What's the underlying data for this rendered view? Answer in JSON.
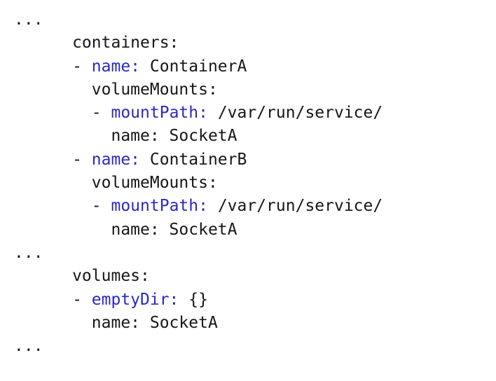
{
  "page": {
    "background": "#ffffff"
  },
  "colors": {
    "text": "#161616",
    "key": "#2828c8"
  },
  "code": {
    "language": "yaml",
    "lines": [
      {
        "tokens": [
          {
            "text": "...",
            "type": "text"
          }
        ]
      },
      {
        "tokens": [
          {
            "text": "      containers:",
            "type": "text"
          }
        ]
      },
      {
        "tokens": [
          {
            "text": "      - ",
            "type": "text"
          },
          {
            "text": "name:",
            "type": "key"
          },
          {
            "text": " ContainerA",
            "type": "text"
          }
        ]
      },
      {
        "tokens": [
          {
            "text": "        volumeMounts:",
            "type": "text"
          }
        ]
      },
      {
        "tokens": [
          {
            "text": "        - ",
            "type": "text"
          },
          {
            "text": "mountPath:",
            "type": "key"
          },
          {
            "text": " /var/run/service/",
            "type": "text"
          }
        ]
      },
      {
        "tokens": [
          {
            "text": "          name: SocketA",
            "type": "text"
          }
        ]
      },
      {
        "tokens": [
          {
            "text": "      - ",
            "type": "text"
          },
          {
            "text": "name:",
            "type": "key"
          },
          {
            "text": " ContainerB",
            "type": "text"
          }
        ]
      },
      {
        "tokens": [
          {
            "text": "        volumeMounts:",
            "type": "text"
          }
        ]
      },
      {
        "tokens": [
          {
            "text": "        - ",
            "type": "text"
          },
          {
            "text": "mountPath:",
            "type": "key"
          },
          {
            "text": " /var/run/service/",
            "type": "text"
          }
        ]
      },
      {
        "tokens": [
          {
            "text": "          name: SocketA",
            "type": "text"
          }
        ]
      },
      {
        "tokens": [
          {
            "text": "...",
            "type": "text"
          }
        ]
      },
      {
        "tokens": [
          {
            "text": "      volumes:",
            "type": "text"
          }
        ]
      },
      {
        "tokens": [
          {
            "text": "      - ",
            "type": "text"
          },
          {
            "text": "emptyDir:",
            "type": "key"
          },
          {
            "text": " {}",
            "type": "text"
          }
        ]
      },
      {
        "tokens": [
          {
            "text": "        name: SocketA",
            "type": "text"
          }
        ]
      },
      {
        "tokens": [
          {
            "text": "...",
            "type": "text"
          }
        ]
      }
    ]
  }
}
